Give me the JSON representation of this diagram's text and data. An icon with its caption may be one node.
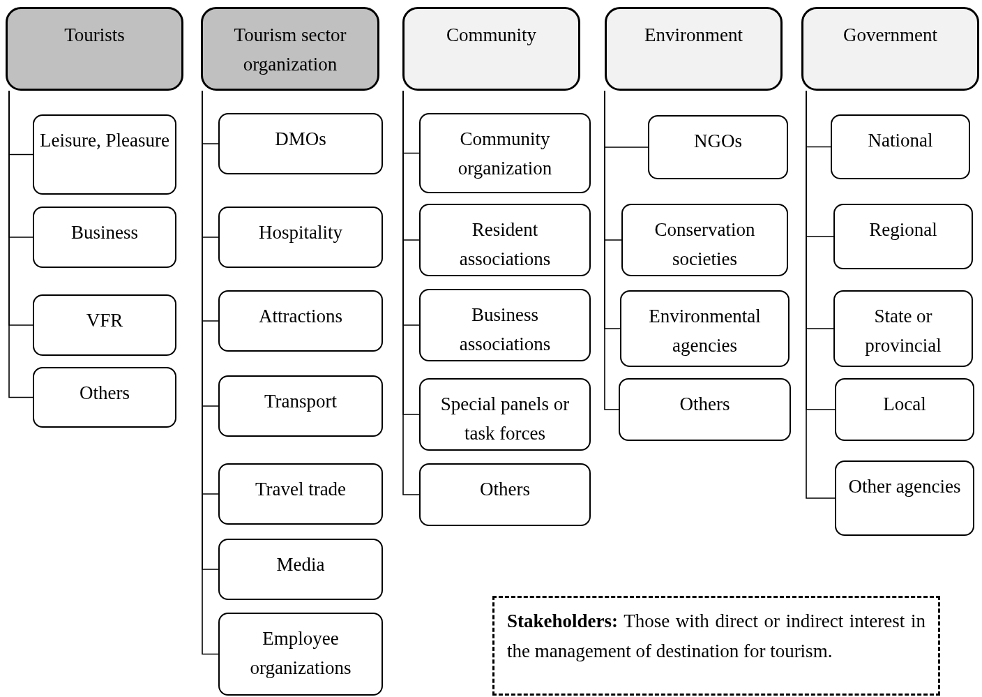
{
  "diagram": {
    "nodes": [
      {
        "text": [
          "Tourists"
        ]
      },
      {
        "text": [
          "Leisure, Pleasure"
        ]
      },
      {
        "text": [
          "Business"
        ]
      },
      {
        "text": [
          "VFR"
        ]
      },
      {
        "text": [
          "Others"
        ]
      },
      {
        "text": [
          "Tourism sector organization"
        ]
      },
      {
        "text": [
          "DMOs"
        ]
      },
      {
        "text": [
          "Hospitality"
        ]
      },
      {
        "text": [
          "Attractions"
        ]
      },
      {
        "text": [
          "Transport"
        ]
      },
      {
        "text": [
          "Travel trade"
        ]
      },
      {
        "text": [
          "Media"
        ]
      },
      {
        "text": [
          "Employee organizations"
        ]
      },
      {
        "text": [
          "Community"
        ]
      },
      {
        "text": [
          "Community organization"
        ]
      },
      {
        "text": [
          "Resident associations"
        ]
      },
      {
        "text": [
          "Business associations"
        ]
      },
      {
        "text": [
          "Special panels or task forces"
        ]
      },
      {
        "text": [
          "Others"
        ]
      },
      {
        "text": [
          "Environment"
        ]
      },
      {
        "text": [
          "NGOs"
        ]
      },
      {
        "text": [
          "Conservation societies"
        ]
      },
      {
        "text": [
          "Environmental agencies"
        ]
      },
      {
        "text": [
          "Others"
        ]
      },
      {
        "text": [
          "Government"
        ]
      },
      {
        "text": [
          "National"
        ]
      },
      {
        "text": [
          "Regional"
        ]
      },
      {
        "text": [
          "State or provincial"
        ]
      },
      {
        "text": [
          "Local"
        ]
      },
      {
        "text": [
          "Other agencies"
        ]
      },
      {
        "text": [
          "**Stakeholders:** Those with direct or indirect interest in the management of destination for tourism."
        ]
      }
    ],
    "edges": [
      {
        "from": 0,
        "to": 1,
        "arrow": "none"
      },
      {
        "from": 0,
        "to": 2,
        "arrow": "none"
      },
      {
        "from": 0,
        "to": 3,
        "arrow": "none"
      },
      {
        "from": 0,
        "to": 4,
        "arrow": "none"
      },
      {
        "from": 5,
        "to": 6,
        "arrow": "none"
      },
      {
        "from": 5,
        "to": 7,
        "arrow": "none"
      },
      {
        "from": 5,
        "to": 8,
        "arrow": "none"
      },
      {
        "from": 5,
        "to": 9,
        "arrow": "none"
      },
      {
        "from": 5,
        "to": 10,
        "arrow": "none"
      },
      {
        "from": 5,
        "to": 11,
        "arrow": "none"
      },
      {
        "from": 5,
        "to": 12,
        "arrow": "none"
      },
      {
        "from": 13,
        "to": 14,
        "arrow": "none"
      },
      {
        "from": 13,
        "to": 15,
        "arrow": "none"
      },
      {
        "from": 13,
        "to": 16,
        "arrow": "none"
      },
      {
        "from": 13,
        "to": 17,
        "arrow": "none"
      },
      {
        "from": 13,
        "to": 18,
        "arrow": "none"
      },
      {
        "from": 19,
        "to": 20,
        "arrow": "none"
      },
      {
        "from": 19,
        "to": 21,
        "arrow": "none"
      },
      {
        "from": 19,
        "to": 22,
        "arrow": "none"
      },
      {
        "from": 19,
        "to": 23,
        "arrow": "none"
      },
      {
        "from": 24,
        "to": 25,
        "arrow": "none"
      },
      {
        "from": 24,
        "to": 26,
        "arrow": "none"
      },
      {
        "from": 24,
        "to": 27,
        "arrow": "none"
      },
      {
        "from": 24,
        "to": 28,
        "arrow": "none"
      },
      {
        "from": 24,
        "to": 29,
        "arrow": "none"
      }
    ]
  }
}
